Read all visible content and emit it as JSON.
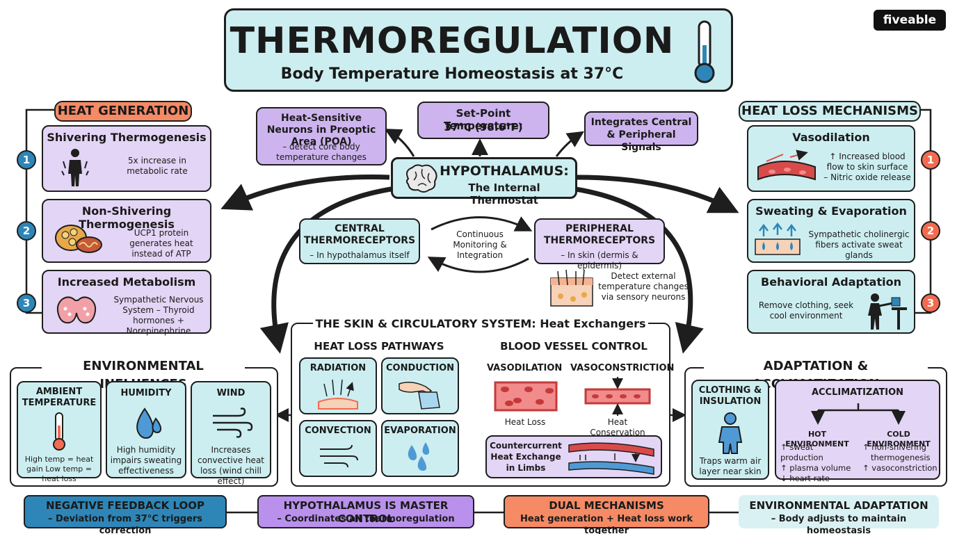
{
  "logo": "fiveable",
  "title": "THERMOREGULATION",
  "subtitle": "Body Temperature Homeostasis at 37°C",
  "hypothalamus": {
    "title": "HYPOTHALAMUS:",
    "subtitle": "The Internal Thermostat",
    "poa_title": "Heat-Sensitive Neurons in Preoptic Area (POA)",
    "poa_desc": "– detect core body temperature changes",
    "setpoint_title": "Set-Point Temperature:",
    "setpoint_value": "37°C (98.6°F)",
    "integrates": "Integrates Central & Peripheral Signals"
  },
  "receptors": {
    "central_title": "CENTRAL THERMORECEPTORS",
    "central_desc": "– In hypothalamus itself",
    "cycle_label": "Continuous Monitoring & Integration",
    "peripheral_title": "PERIPHERAL THERMORECEPTORS",
    "peripheral_desc": "– In skin (dermis & epidermis)",
    "detect_text": "Detect external temperature changes via sensory neurons"
  },
  "heat_generation": {
    "header": "HEAT GENERATION",
    "items": [
      {
        "num": "1",
        "title": "Shivering Thermogenesis",
        "desc": "5x increase in metabolic rate"
      },
      {
        "num": "2",
        "title": "Non-Shivering Thermogenesis",
        "desc": "UCP1 protein generates heat instead of ATP"
      },
      {
        "num": "3",
        "title": "Increased Metabolism",
        "desc": "Sympathetic Nervous System – Thyroid hormones + Norepinephrine"
      }
    ]
  },
  "heat_loss": {
    "header": "HEAT LOSS MECHANISMS",
    "items": [
      {
        "num": "1",
        "title": "Vasodilation",
        "desc": "↑ Increased blood flow to skin surface – Nitric oxide release"
      },
      {
        "num": "2",
        "title": "Sweating & Evaporation",
        "desc": "Sympathetic cholinergic fibers activate sweat glands"
      },
      {
        "num": "3",
        "title": "Behavioral Adaptation",
        "desc": "Remove clothing, seek cool environment"
      }
    ]
  },
  "environment": {
    "header": "ENVIRONMENTAL INFLUENCES",
    "ambient_title": "AMBIENT TEMPERATURE",
    "ambient_desc": "High temp = heat gain Low temp = heat loss",
    "humidity_title": "HUMIDITY",
    "humidity_desc": "High humidity impairs sweating effectiveness",
    "wind_title": "WIND",
    "wind_desc": "Increases convective heat loss (wind chill effect)"
  },
  "skin": {
    "header": "THE SKIN & CIRCULATORY SYSTEM: Heat Exchangers",
    "pathways_header": "HEAT LOSS PATHWAYS",
    "radiation": "RADIATION",
    "conduction": "CONDUCTION",
    "convection": "CONVECTION",
    "evaporation": "EVAPORATION",
    "vessel_header": "BLOOD VESSEL CONTROL",
    "vasodilation": "VASODILATION",
    "vasoconstriction": "VASOCONSTRICTION",
    "heat_loss": "Heat Loss",
    "heat_conservation": "Heat Conservation",
    "countercurrent": "Countercurrent Heat Exchange in Limbs"
  },
  "adaptation": {
    "header": "ADAPTATION & ACCLIMATIZATION",
    "clothing_title": "CLOTHING & INSULATION",
    "clothing_desc": "Traps warm air layer near skin",
    "acclim_title": "ACCLIMATIZATION",
    "hot_title": "HOT ENVIRONMENT",
    "hot_items": [
      "↑ sweat production",
      "↑ plasma volume",
      "↓ heart rate"
    ],
    "cold_title": "COLD ENVIRONMENT",
    "cold_items": [
      "↑ non-shivering",
      "thermogenesis",
      "↑ vasoconstriction"
    ]
  },
  "footer": [
    {
      "title": "NEGATIVE FEEDBACK LOOP",
      "desc": "– Deviation from 37°C triggers correction"
    },
    {
      "title": "HYPOTHALAMUS IS MASTER CONTROL",
      "desc": "– Coordinates all thermoregulation"
    },
    {
      "title": "DUAL MECHANISMS",
      "desc": "Heat generation + Heat loss work together"
    },
    {
      "title": "ENVIRONMENTAL ADAPTATION",
      "desc": "– Body adjusts to maintain homeostasis"
    }
  ],
  "colors": {
    "teal": "#cdeef0",
    "purple": "#e3d5f5",
    "orange": "#f58a64",
    "navy": "#2e86b8"
  }
}
